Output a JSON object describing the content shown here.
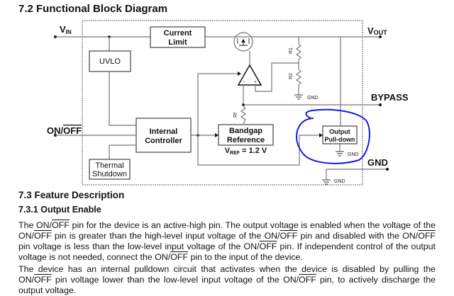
{
  "section": {
    "title": "7.2 Functional Block Diagram"
  },
  "diagram": {
    "pins": {
      "vin_main": "V",
      "vin_sub": "IN",
      "vout_main": "V",
      "vout_sub": "OUT",
      "bypass": "BYPASS",
      "on": "ON/",
      "off": "OFF",
      "gnd": "GND"
    },
    "blocks": {
      "current_limit": [
        "Current",
        "Limit"
      ],
      "uvlo": "UVLO",
      "internal_controller": [
        "Internal",
        "Controller"
      ],
      "thermal_shutdown": [
        "Thermal",
        "Shutdown"
      ],
      "bandgap_reference": [
        "Bandgap",
        "Reference"
      ],
      "output_pulldown": [
        "Output",
        "Pull-down"
      ]
    },
    "vref": {
      "prefix": "V",
      "sub": "REF",
      "value": " = 1.2 V"
    },
    "resistors": {
      "r1": "R1",
      "r2": "R2",
      "rf": "Rf"
    },
    "gnd_label": "GND",
    "opamp_minus": "-",
    "opamp_plus": "+",
    "annotation_color": "#1a1adc"
  },
  "feature": {
    "title": "7.3 Feature Description",
    "subtitle": "7.3.1 Output Enable",
    "p1": [
      {
        "t": "The "
      },
      {
        "t": "ON/"
      },
      {
        "t": "OFF",
        "ov": true
      },
      {
        "t": " pin for the device is an active-high pin. The output voltage is enabled when the voltage of the "
      },
      {
        "t": "ON/"
      },
      {
        "t": "OFF",
        "ov": true
      },
      {
        "t": " pin is greater than the high-level input voltage of the "
      },
      {
        "t": "ON/"
      },
      {
        "t": "OFF",
        "ov": true
      },
      {
        "t": " pin and disabled with the "
      },
      {
        "t": "ON/"
      },
      {
        "t": "OFF",
        "ov": true
      },
      {
        "t": " pin voltage is less than the low-level input voltage of the "
      },
      {
        "t": "ON/"
      },
      {
        "t": "OFF",
        "ov": true
      },
      {
        "t": " pin. If independent control of the output voltage is not needed, connect the "
      },
      {
        "t": "ON/"
      },
      {
        "t": "OFF",
        "ov": true
      },
      {
        "t": " pin to the input of the device."
      }
    ],
    "p2": [
      {
        "t": "The device has an internal pulldown circuit that activates when the device is disabled by pulling the "
      },
      {
        "t": "ON/"
      },
      {
        "t": "OFF",
        "ov": true
      },
      {
        "t": " pin voltage lower than the low-level input voltage of the "
      },
      {
        "t": "ON/"
      },
      {
        "t": "OFF",
        "ov": true
      },
      {
        "t": " pin, to actively discharge the output voltage."
      }
    ]
  }
}
